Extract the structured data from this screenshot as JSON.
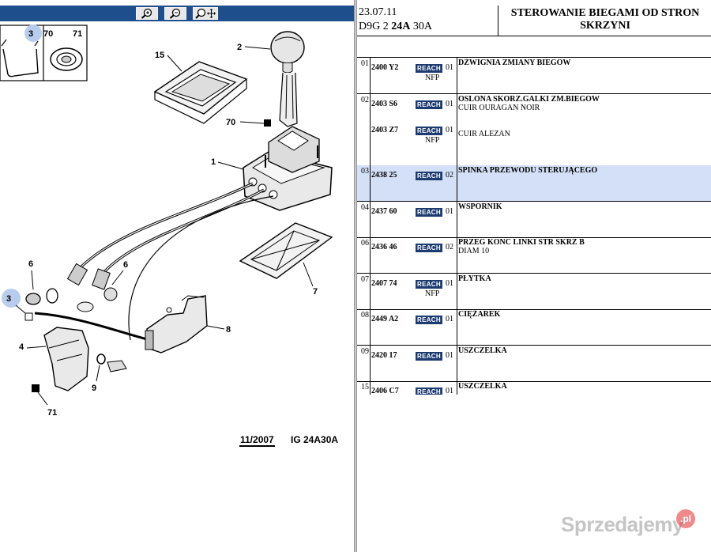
{
  "toolbar": {
    "buttons": [
      {
        "name": "zoom-in",
        "icon": "magnifier-plus-icon"
      },
      {
        "name": "zoom-out",
        "icon": "magnifier-minus-icon"
      },
      {
        "name": "pan-zoom",
        "icon": "magnifier-move-icon"
      }
    ],
    "color": "#1f4e8c"
  },
  "diagram": {
    "callouts": [
      "3",
      "70",
      "71",
      "2",
      "15",
      "70",
      "1",
      "6",
      "6",
      "3",
      "4",
      "9",
      "8",
      "7",
      "71"
    ],
    "footer_date": "11/2007",
    "footer_code": "IG 24A30A"
  },
  "header": {
    "date": "23.07.11",
    "model_prefix": "D9G 2",
    "model_bold": "24A",
    "model_suffix": "30A",
    "title_line1": "STEROWANIE BIEGAMI OD STRON",
    "title_line2": "SKRZYNI"
  },
  "reach_label": "REACH",
  "rows": [
    {
      "item": "01",
      "parts": [
        {
          "num": "2400 Y2",
          "qty": "01",
          "nfp": "NFP"
        }
      ],
      "desc": [
        "DŹWIGNIA ZMIANY BIEGÓW"
      ],
      "selected": false
    },
    {
      "item": "02",
      "parts": [
        {
          "num": "2403 S6",
          "qty": "01",
          "nfp": ""
        },
        {
          "num": "2403 Z7",
          "qty": "01",
          "nfp": "NFP"
        }
      ],
      "desc": [
        "OSLONA SKORZ.GALKI ZM.BIEGOW",
        "CUIR OURAGAN NOIR",
        "CUIR ALEZAN"
      ],
      "selected": false
    },
    {
      "item": "03",
      "parts": [
        {
          "num": "2438 25",
          "qty": "02",
          "nfp": ""
        }
      ],
      "desc": [
        "SPINKA PRZEWODU STERUJĄCEGO"
      ],
      "selected": true
    },
    {
      "item": "04",
      "parts": [
        {
          "num": "2437 60",
          "qty": "01",
          "nfp": ""
        }
      ],
      "desc": [
        "WSPORNIK"
      ],
      "selected": false
    },
    {
      "item": "06",
      "parts": [
        {
          "num": "2436 46",
          "qty": "02",
          "nfp": ""
        }
      ],
      "desc": [
        "PRZEG KONC LINKI STR SKRZ B",
        "DIAM 10"
      ],
      "selected": false
    },
    {
      "item": "07",
      "parts": [
        {
          "num": "2407 74",
          "qty": "01",
          "nfp": "NFP"
        }
      ],
      "desc": [
        "PŁYTKA"
      ],
      "selected": false
    },
    {
      "item": "08",
      "parts": [
        {
          "num": "2449 A2",
          "qty": "01",
          "nfp": ""
        }
      ],
      "desc": [
        "CIĘŻAREK"
      ],
      "selected": false
    },
    {
      "item": "09",
      "parts": [
        {
          "num": "2420 17",
          "qty": "01",
          "nfp": ""
        }
      ],
      "desc": [
        "USZCZELKA"
      ],
      "selected": false
    },
    {
      "item": "15",
      "parts": [
        {
          "num": "2406 C7",
          "qty": "01",
          "nfp": ""
        }
      ],
      "desc": [
        "USZCZELKA"
      ],
      "selected": false
    }
  ],
  "colors": {
    "selected_row": "#d4e0f7",
    "reach_badge": "#1c3b70"
  },
  "watermark": {
    "text": "Sprzedajemy",
    "badge": ".pl"
  }
}
